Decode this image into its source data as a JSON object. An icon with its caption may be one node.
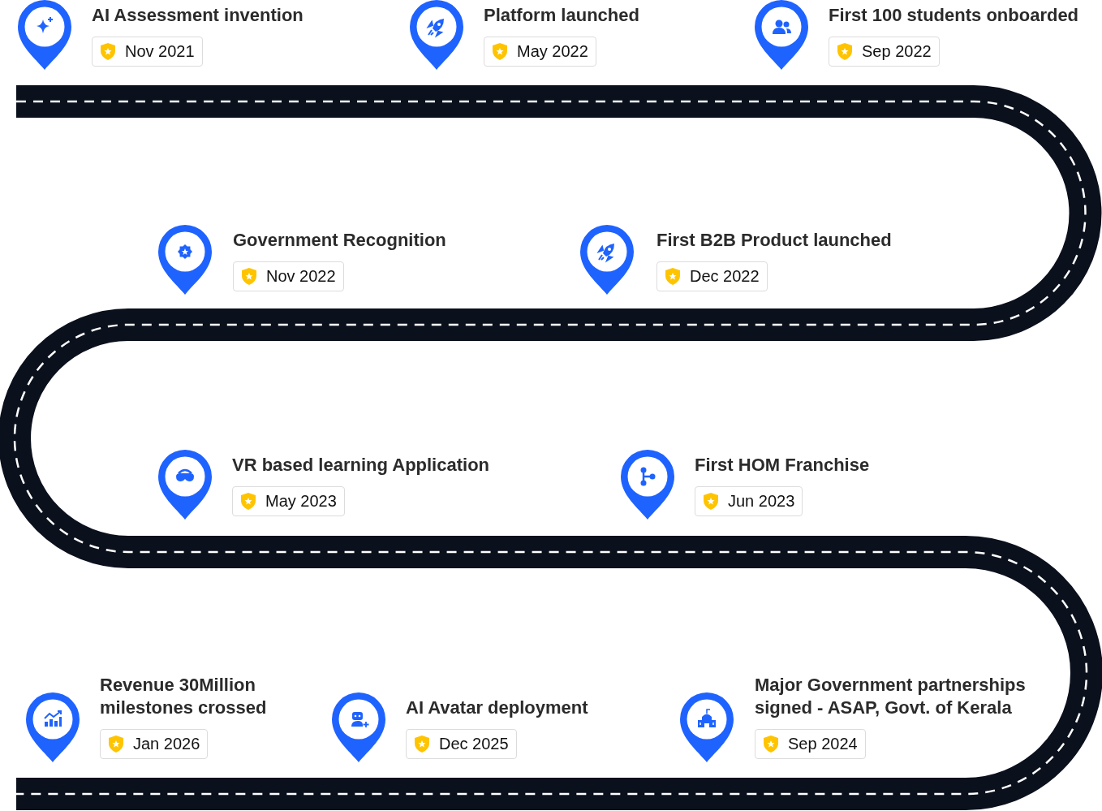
{
  "diagram": {
    "nodes": [
      {
        "text": [
          "AI Assessment invention",
          "Nov 2021"
        ]
      },
      {
        "text": [
          "Platform launched",
          "May 2022"
        ]
      },
      {
        "text": [
          "First 100 students onboarded",
          "Sep 2022"
        ]
      },
      {
        "text": [
          "Government Recognition",
          "Nov 2022"
        ]
      },
      {
        "text": [
          "First B2B Product launched",
          "Dec 2022"
        ]
      },
      {
        "text": [
          "VR based learning Application",
          "May 2023"
        ]
      },
      {
        "text": [
          "First HOM Franchise",
          "Jun 2023"
        ]
      },
      {
        "text": [
          "Revenue 30Million milestones crossed",
          "Jan 2026"
        ]
      },
      {
        "text": [
          "AI Avatar deployment",
          "Dec 2025"
        ]
      },
      {
        "text": [
          "Major Government partnerships signed - ASAP, Govt. of Kerala",
          "Sep 2024"
        ]
      }
    ]
  }
}
